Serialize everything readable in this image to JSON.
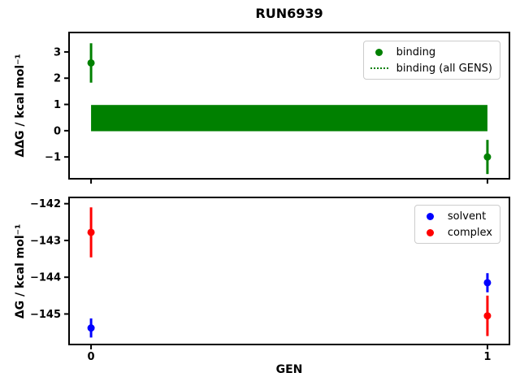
{
  "figure": {
    "title": "RUN6939",
    "xlabel": "GEN",
    "background": "#ffffff",
    "axis_color": "#000000"
  },
  "chart_data": [
    {
      "type": "scatter",
      "subtype": "errorbar",
      "id": "binding-plot",
      "ylabel": "ΔΔG / kcal mol⁻¹",
      "xlim": [
        -0.0555,
        1.0555
      ],
      "ylim": [
        -1.83,
        3.74
      ],
      "xticks": [
        0,
        1
      ],
      "xticklabels": [
        "",
        ""
      ],
      "yticks": [
        3,
        2,
        1,
        0,
        -1
      ],
      "yticklabels": [
        "3",
        "2",
        "1",
        "0",
        "−1"
      ],
      "grid": false,
      "legend_position": "upper right",
      "band": {
        "name": "binding (all GENS)",
        "color": "#008000",
        "x": [
          0,
          1
        ],
        "low": -0.02,
        "high": 0.98
      },
      "series": [
        {
          "name": "binding",
          "color": "#008000",
          "x": [
            0,
            1
          ],
          "y": [
            2.58,
            -1.0
          ],
          "yerr": [
            0.75,
            0.65
          ]
        }
      ],
      "legend": [
        {
          "label": "binding",
          "type": "marker",
          "color": "#008000"
        },
        {
          "label": "binding (all GENS)",
          "type": "dotted-line",
          "color": "#008000"
        }
      ]
    },
    {
      "type": "scatter",
      "subtype": "errorbar",
      "id": "dg-plot",
      "ylabel": "ΔG / kcal mol⁻¹",
      "xlim": [
        -0.0555,
        1.0555
      ],
      "ylim": [
        -145.83,
        -141.83
      ],
      "xticks": [
        0,
        1
      ],
      "xticklabels": [
        "0",
        "1"
      ],
      "yticks": [
        -142,
        -143,
        -144,
        -145
      ],
      "yticklabels": [
        "−142",
        "−143",
        "−144",
        "−145"
      ],
      "grid": false,
      "legend_position": "upper right",
      "series": [
        {
          "name": "solvent",
          "color": "#0000ff",
          "x": [
            0,
            1
          ],
          "y": [
            -145.38,
            -144.15
          ],
          "yerr": [
            0.26,
            0.26
          ]
        },
        {
          "name": "complex",
          "color": "#ff0000",
          "x": [
            0,
            1
          ],
          "y": [
            -142.78,
            -145.05
          ],
          "yerr": [
            0.68,
            0.55
          ]
        }
      ],
      "legend": [
        {
          "label": "solvent",
          "type": "marker",
          "color": "#0000ff"
        },
        {
          "label": "complex",
          "type": "marker",
          "color": "#ff0000"
        }
      ]
    }
  ]
}
